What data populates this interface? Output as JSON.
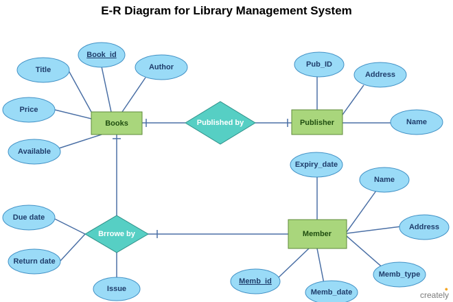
{
  "title": "E-R Diagram for Library Management System",
  "entities": {
    "books": "Books",
    "publisher": "Publisher",
    "member": "Member"
  },
  "relationships": {
    "published_by": "Published by",
    "brrowe_by": "Brrowe by"
  },
  "attributes": {
    "title": "Title",
    "book_id": "Book_id",
    "author": "Author",
    "price": "Price",
    "available": "Available",
    "pub_id": "Pub_ID",
    "pub_address": "Address",
    "pub_name": "Name",
    "expiry_date": "Expiry_date",
    "mem_name": "Name",
    "mem_address": "Address",
    "memb_type": "Memb_type",
    "memb_id": "Memb_id",
    "memb_date": "Memb_date",
    "due_date": "Due date",
    "return_date": "Return date",
    "issue": "Issue"
  },
  "brand": "creately",
  "colors": {
    "attribute_fill": "#9adbf7",
    "entity_fill": "#a9d67c",
    "relationship_fill": "#56cfc4",
    "line": "#4a6fa5"
  }
}
